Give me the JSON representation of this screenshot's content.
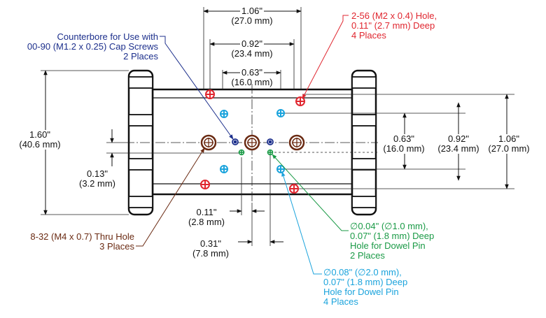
{
  "dims": {
    "top_106": [
      "1.06\"",
      "(27.0 mm)"
    ],
    "top_092": [
      "0.92\"",
      "(23.4 mm)"
    ],
    "top_063": [
      "0.63\"",
      "(16.0 mm)"
    ],
    "left_160": [
      "1.60\"",
      "(40.6 mm)"
    ],
    "left_013": [
      "0.13\"",
      "(3.2 mm)"
    ],
    "right_063": [
      "0.63\"",
      "(16.0 mm)"
    ],
    "right_092": [
      "0.92\"",
      "(23.4 mm)"
    ],
    "right_106": [
      "1.06\"",
      "(27.0 mm)"
    ],
    "bot_011": [
      "0.11\"",
      "(2.8 mm)"
    ],
    "bot_031": [
      "0.31\"",
      "(7.8 mm)"
    ]
  },
  "callouts": {
    "counterbore": [
      "Counterbore for Use with",
      "00-90 (M1.2 x 0.25) Cap Screws",
      "2 Places"
    ],
    "tapped_2_56": [
      "2-56 (M2 x 0.4) Hole,",
      "0.11\" (2.7 mm) Deep",
      "4 Places"
    ],
    "thru_8_32": [
      "8-32 (M4 x 0.7) Thru Hole",
      "3 Places"
    ],
    "dowel_004": [
      "∅0.04\" (∅1.0 mm),",
      "0.07\" (1.8 mm) Deep",
      "Hole for Dowel Pin",
      "2 Places"
    ],
    "dowel_008": [
      "∅0.08\" (∅2.0 mm),",
      "0.07\" (1.8 mm) Deep",
      "Hole for Dowel Pin",
      "4 Places"
    ]
  },
  "colors": {
    "red": "#e0262f",
    "navy": "#1c2f8c",
    "brown": "#6a2a12",
    "green": "#1a9a46",
    "cyan": "#1aa3dc",
    "outline": "#111111"
  }
}
